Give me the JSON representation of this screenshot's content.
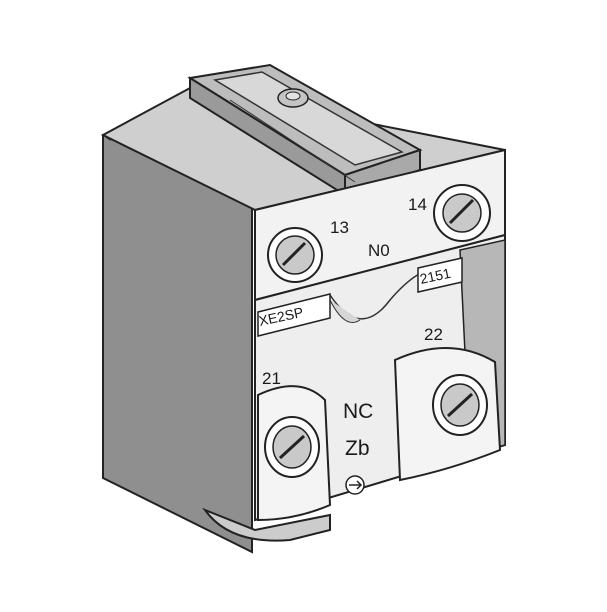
{
  "product": {
    "terminals": {
      "t13": "13",
      "t14": "14",
      "t21": "21",
      "t22": "22"
    },
    "markings": {
      "no": "N0",
      "nc": "NC",
      "zb": "Zb",
      "model": "XE2SP",
      "code": "2151"
    },
    "colors": {
      "body": "#b7b7b7",
      "body_dark": "#8f8f8f",
      "face": "#f2f2f2",
      "screw": "#c9c9c9"
    }
  }
}
